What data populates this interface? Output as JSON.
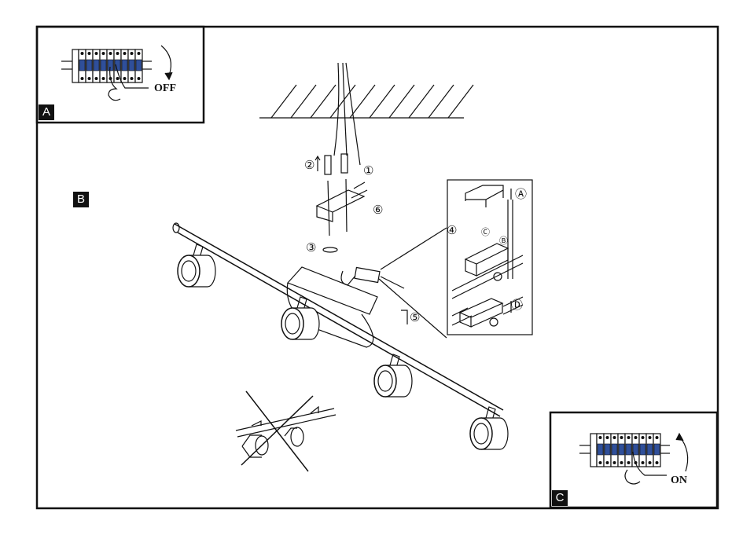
{
  "panels": {
    "a": {
      "tag": "A",
      "state": "OFF"
    },
    "b": {
      "tag": "B"
    },
    "c": {
      "tag": "C",
      "state": "ON"
    }
  },
  "steps": [
    "①",
    "②",
    "③",
    "④",
    "⑤",
    "⑥"
  ],
  "inset_parts": [
    "Ⓐ",
    "Ⓑ",
    "Ⓒ",
    "Ⓓ"
  ],
  "colors": {
    "breaker_blue": "#2f4f9a",
    "line": "#111111"
  }
}
